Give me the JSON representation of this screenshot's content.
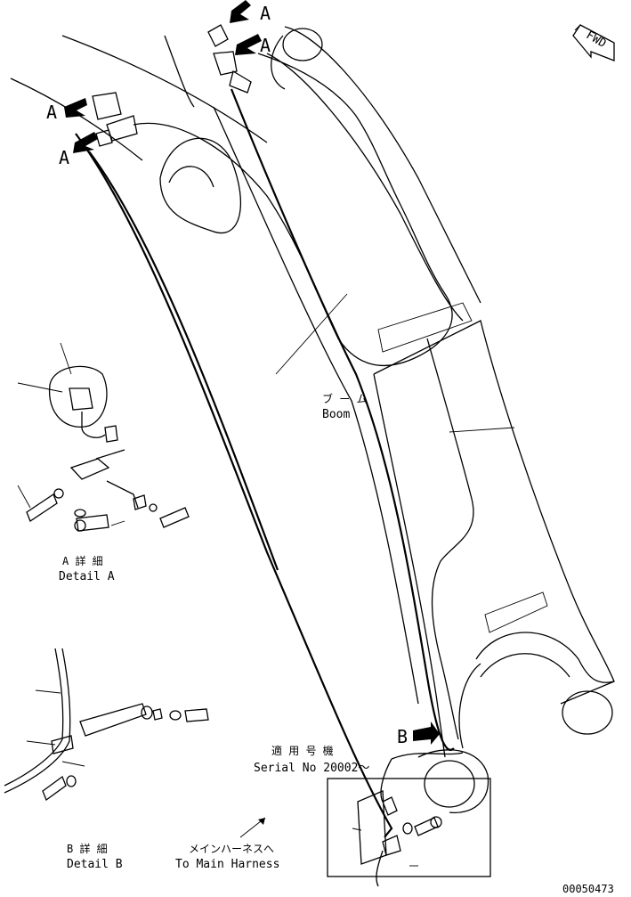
{
  "labels": {
    "fwd": "FWD",
    "boom_jp": "ブ ー ム",
    "boom_en": "Boom",
    "detail_a_jp": "A 詳 細",
    "detail_a_en": "Detail A",
    "detail_b_jp": "B 詳 細",
    "detail_b_en": "Detail B",
    "serial_jp": "適 用 号 機",
    "serial_en": "Serial No 20002～",
    "to_main_jp": "メインハーネスへ",
    "to_main_en": "To Main Harness",
    "ref_a": "A",
    "ref_b": "B",
    "drawing_no": "00050473"
  },
  "icons": {
    "view_arrow": "filled-arrow-icon",
    "fwd_arrow": "fwd-direction-icon"
  }
}
